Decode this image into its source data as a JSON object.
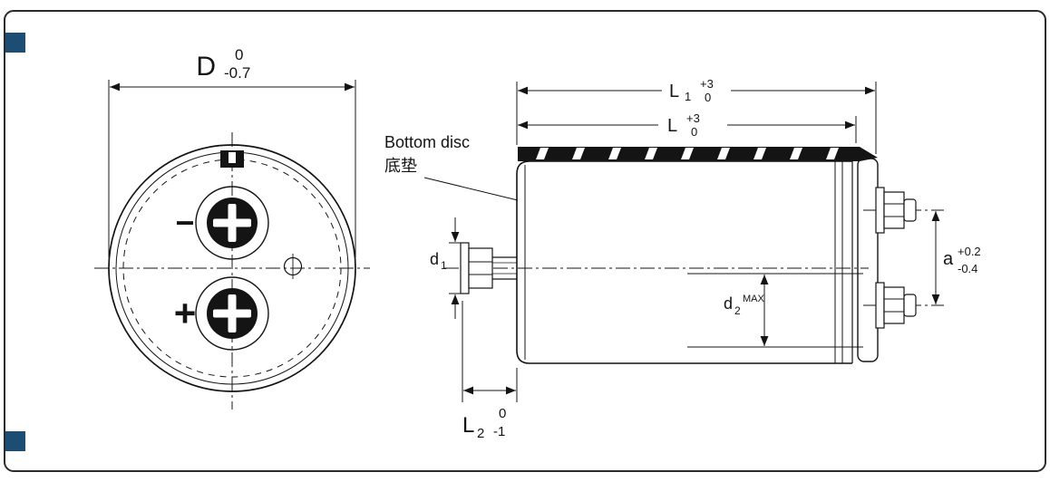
{
  "frame": {
    "accent_color": "#1d4d72"
  },
  "front_view": {
    "dim_d": {
      "label": "D",
      "tol_upper": "0",
      "tol_lower": "-0.7"
    },
    "polarity_minus": "−",
    "polarity_plus": "+"
  },
  "side_view": {
    "label_bottom_disc_en": "Bottom disc",
    "label_bottom_disc_zh": "底垫",
    "dim_l1": {
      "label": "L",
      "sub": "1",
      "tol_upper": "+3",
      "tol_lower": "0"
    },
    "dim_l": {
      "label": "L",
      "tol_upper": "+3",
      "tol_lower": "0"
    },
    "dim_d1": {
      "label": "d",
      "sub": "1"
    },
    "dim_a": {
      "label": "a",
      "tol_upper": "+0.2",
      "tol_lower": "-0.4"
    },
    "dim_d2": {
      "label": "d",
      "sub": "2",
      "suffix": "MAX"
    },
    "dim_l2": {
      "label": "L",
      "sub": "2",
      "tol_upper": "0",
      "tol_lower": "-1"
    }
  }
}
